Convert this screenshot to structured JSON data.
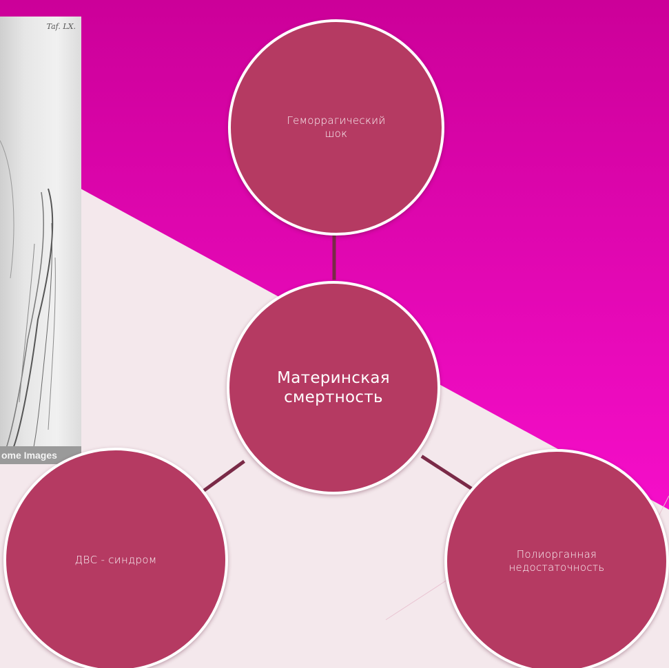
{
  "diagram": {
    "center": {
      "label": "Материнская\nсмертность"
    },
    "nodes": [
      {
        "id": "top",
        "label": "Геморрагический\nшок"
      },
      {
        "id": "left",
        "label": "ДВС - синдром"
      },
      {
        "id": "right",
        "label": "Полиорганная\nнедостаточность"
      }
    ]
  },
  "photo": {
    "plate_label": "Taf. LX.",
    "caption": "ome Images"
  },
  "colors": {
    "magenta_top": "#cc0099",
    "magenta_bottom": "#f50ec9",
    "pale_background": "#f4e8ec",
    "node_fill": "#b53a62",
    "node_border": "#ffffff",
    "connector": "#7a2a47"
  }
}
